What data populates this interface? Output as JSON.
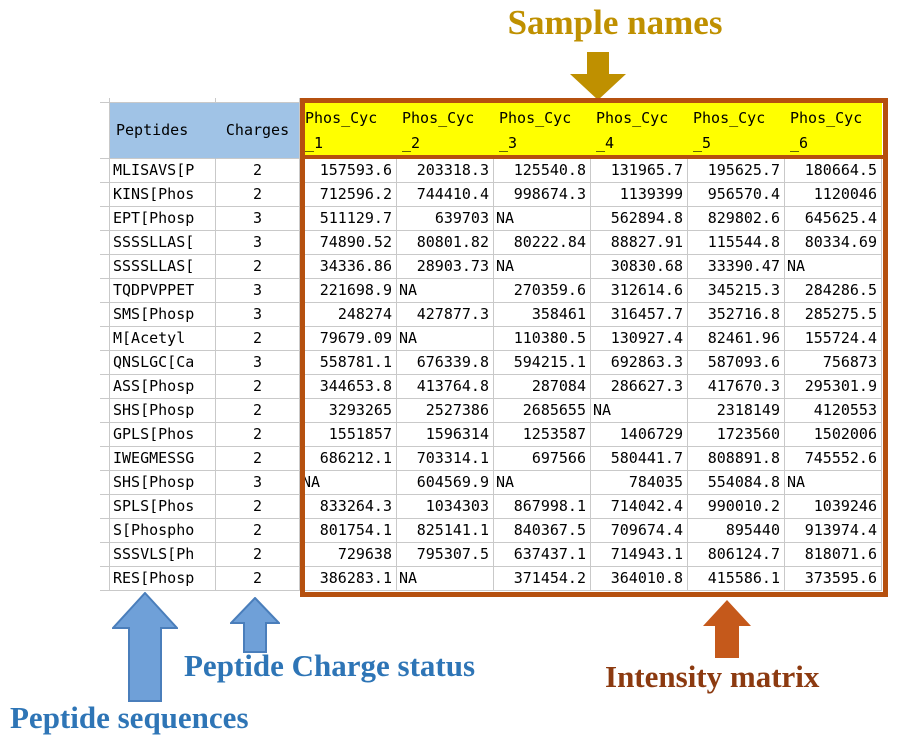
{
  "annotations": {
    "sample_names": "Sample names",
    "peptide_sequences": "Peptide sequences",
    "peptide_charge_status": "Peptide Charge status",
    "intensity_matrix": "Intensity matrix"
  },
  "icons": {
    "sample_names_arrow": "down-arrow",
    "peptide_sequences_arrow": "up-arrow",
    "charge_status_arrow": "up-arrow",
    "intensity_matrix_arrow": "up-arrow"
  },
  "colors": {
    "gold": "#BF9000",
    "blue_text": "#2E75B6",
    "blue_arrow_fill": "#6FA0D8",
    "blue_arrow_border": "#4A7EBB",
    "orange_arrow": "#C5591B",
    "rust_text": "#8C3A10",
    "matrix_border": "#B5500F",
    "header_blue": "#A0C3E6",
    "header_yellow": "#FFFF00",
    "gridline": "#C9C9C9"
  },
  "table": {
    "peptides_header": "Peptides",
    "charges_header": "Charges",
    "sample_headers": [
      {
        "top": "Phos_Cyc",
        "bottom": "_1"
      },
      {
        "top": "Phos_Cyc",
        "bottom": "_2"
      },
      {
        "top": "Phos_Cyc",
        "bottom": "_3"
      },
      {
        "top": "Phos_Cyc",
        "bottom": "_4"
      },
      {
        "top": "Phos_Cyc",
        "bottom": "_5"
      },
      {
        "top": "Phos_Cyc",
        "bottom": "_6"
      }
    ],
    "rows": [
      {
        "peptide": "MLISAVS[P",
        "charge": "2",
        "values": [
          "157593.6",
          "203318.3",
          "125540.8",
          "131965.7",
          "195625.7",
          "180664.5"
        ]
      },
      {
        "peptide": "KINS[Phos",
        "charge": "2",
        "values": [
          "712596.2",
          "744410.4",
          "998674.3",
          "1139399",
          "956570.4",
          "1120046"
        ]
      },
      {
        "peptide": "EPT[Phosp",
        "charge": "3",
        "values": [
          "511129.7",
          "639703",
          "NA",
          "562894.8",
          "829802.6",
          "645625.4"
        ]
      },
      {
        "peptide": "SSSSLLAS[",
        "charge": "3",
        "values": [
          "74890.52",
          "80801.82",
          "80222.84",
          "88827.91",
          "115544.8",
          "80334.69"
        ]
      },
      {
        "peptide": "SSSSLLAS[",
        "charge": "2",
        "values": [
          "34336.86",
          "28903.73",
          "NA",
          "30830.68",
          "33390.47",
          "NA"
        ]
      },
      {
        "peptide": "TQDPVPPET",
        "charge": "3",
        "values": [
          "221698.9",
          "NA",
          "270359.6",
          "312614.6",
          "345215.3",
          "284286.5"
        ]
      },
      {
        "peptide": "SMS[Phosp",
        "charge": "3",
        "values": [
          "248274",
          "427877.3",
          "358461",
          "316457.7",
          "352716.8",
          "285275.5"
        ]
      },
      {
        "peptide": "M[Acetyl",
        "charge": "2",
        "values": [
          "79679.09",
          "NA",
          "110380.5",
          "130927.4",
          "82461.96",
          "155724.4"
        ]
      },
      {
        "peptide": "QNSLGC[Ca",
        "charge": "3",
        "values": [
          "558781.1",
          "676339.8",
          "594215.1",
          "692863.3",
          "587093.6",
          "756873"
        ]
      },
      {
        "peptide": "ASS[Phosp",
        "charge": "2",
        "values": [
          "344653.8",
          "413764.8",
          "287084",
          "286627.3",
          "417670.3",
          "295301.9"
        ]
      },
      {
        "peptide": "SHS[Phosp",
        "charge": "2",
        "values": [
          "3293265",
          "2527386",
          "2685655",
          "NA",
          "2318149",
          "4120553"
        ]
      },
      {
        "peptide": "GPLS[Phos",
        "charge": "2",
        "values": [
          "1551857",
          "1596314",
          "1253587",
          "1406729",
          "1723560",
          "1502006"
        ]
      },
      {
        "peptide": "IWEGMESSG",
        "charge": "2",
        "values": [
          "686212.1",
          "703314.1",
          "697566",
          "580441.7",
          "808891.8",
          "745552.6"
        ]
      },
      {
        "peptide": "SHS[Phosp",
        "charge": "3",
        "values": [
          "NA",
          "604569.9",
          "NA",
          "784035",
          "554084.8",
          "NA"
        ]
      },
      {
        "peptide": "SPLS[Phos",
        "charge": "2",
        "values": [
          "833264.3",
          "1034303",
          "867998.1",
          "714042.4",
          "990010.2",
          "1039246"
        ]
      },
      {
        "peptide": "S[Phospho",
        "charge": "2",
        "values": [
          "801754.1",
          "825141.1",
          "840367.5",
          "709674.4",
          "895440",
          "913974.4"
        ]
      },
      {
        "peptide": "SSSVLS[Ph",
        "charge": "2",
        "values": [
          "729638",
          "795307.5",
          "637437.1",
          "714943.1",
          "806124.7",
          "818071.6"
        ]
      },
      {
        "peptide": "RES[Phosp",
        "charge": "2",
        "values": [
          "386283.1",
          "NA",
          "371454.2",
          "364010.8",
          "415586.1",
          "373595.6"
        ]
      }
    ]
  }
}
